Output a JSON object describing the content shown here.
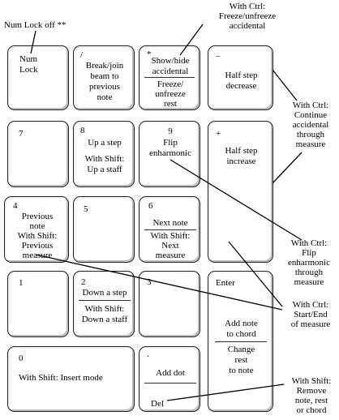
{
  "annotations": {
    "num_lock_off": "Num Lock off **",
    "ctrl_freeze": [
      "With Ctrl:",
      "Freeze/unfreeze",
      "accidental"
    ],
    "ctrl_continue": [
      "With Ctrl:",
      "Continue",
      "accidental",
      "through",
      "measure"
    ],
    "ctrl_flip": [
      "With Ctrl:",
      "Flip",
      "enharmonic",
      "through",
      "measure"
    ],
    "ctrl_start_end": [
      "With Ctrl:",
      "Start/End",
      "of measure"
    ],
    "shift_remove": [
      "With Shift:",
      "Remove",
      "note, rest",
      "or chord"
    ]
  },
  "keys": {
    "numlock": {
      "line1": "Num",
      "line2": "Lock"
    },
    "slash": {
      "symbol": "/",
      "lines": [
        "Break/join",
        "beam to",
        "previous",
        "note"
      ]
    },
    "star": {
      "symbol": "*",
      "top": [
        "Show/hide",
        "accidental"
      ],
      "bottom": [
        "Freeze/",
        "unfreeze",
        "rest"
      ]
    },
    "minus": {
      "symbol": "–",
      "lines": [
        "Half step",
        "decrease"
      ]
    },
    "k7": {
      "symbol": "7"
    },
    "k8": {
      "symbol": "8",
      "lines": [
        "Up a step"
      ],
      "shift": [
        "With Shift:",
        "Up a staff"
      ]
    },
    "k9": {
      "symbol": "9",
      "lines": [
        "Flip",
        "enharmonic"
      ]
    },
    "plus": {
      "symbol": "+",
      "lines": [
        "Half step",
        "increase"
      ]
    },
    "k4": {
      "symbol": "4",
      "lines": [
        "Previous",
        "note"
      ],
      "shift": [
        "With Shift:",
        "Previous",
        "measure"
      ]
    },
    "k5": {
      "symbol": "5"
    },
    "k6": {
      "symbol": "6",
      "lines": [
        "Next note"
      ],
      "shift": [
        "With Shift:",
        "Next",
        "measure"
      ]
    },
    "k1": {
      "symbol": "1"
    },
    "k2": {
      "symbol": "2",
      "lines": [
        "Down a step"
      ],
      "shift": [
        "With Shift:",
        "Down a staff"
      ]
    },
    "k3": {
      "symbol": "3"
    },
    "enter": {
      "label": "Enter",
      "top": [
        "Add note",
        "to chord"
      ],
      "bottom": [
        "Change",
        "rest",
        "to note"
      ]
    },
    "k0": {
      "symbol": "0",
      "shift": "With Shift:  Insert mode"
    },
    "dot": {
      "symbol": ".",
      "top": "Add dot",
      "bottom": "Del"
    }
  }
}
